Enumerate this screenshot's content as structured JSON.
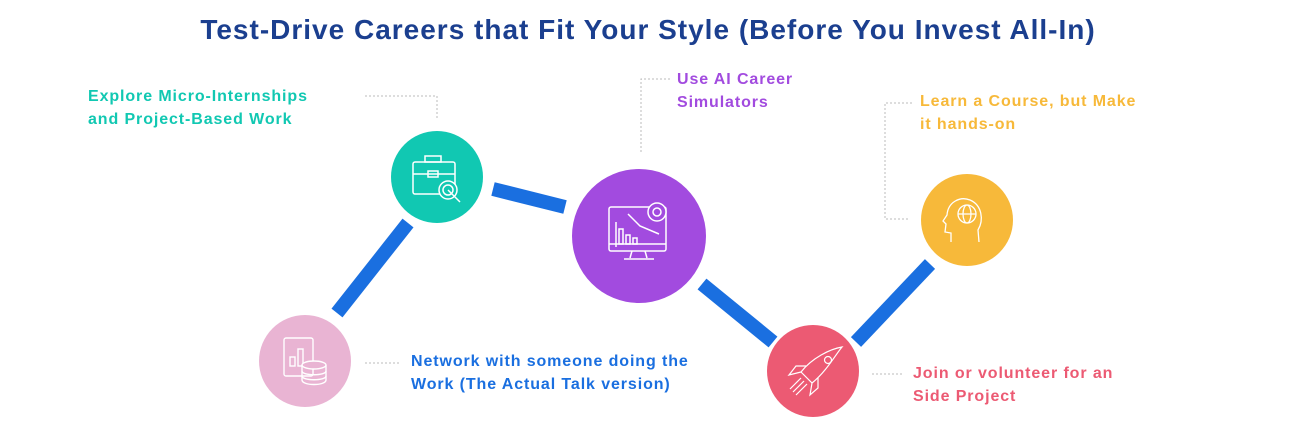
{
  "title": "Test-Drive Careers that Fit Your Style (Before You Invest All-In)",
  "colors": {
    "title": "#1b3f8f",
    "connector": "#1a6fe0",
    "teal": "#11c8b2",
    "purple": "#a24bdf",
    "yellow": "#f7b93a",
    "pink": "#e9b4d3",
    "red": "#ec5a73",
    "blue_text": "#1a6fe0"
  },
  "steps": [
    {
      "icon": "briefcase-target-icon",
      "lines": [
        "Explore Micro-Internships",
        "and Project-Based Work"
      ]
    },
    {
      "icon": "monitor-chart-gear-icon",
      "lines": [
        "Use AI Career",
        "Simulators"
      ]
    },
    {
      "icon": "head-globe-icon",
      "lines": [
        "Learn a Course, but Make",
        "it hands-on"
      ]
    },
    {
      "icon": "document-database-icon",
      "lines": [
        "Network with someone doing the",
        "Work (The Actual Talk version)"
      ]
    },
    {
      "icon": "rocket-icon",
      "lines": [
        "Join or volunteer for an",
        "Side Project"
      ]
    }
  ]
}
